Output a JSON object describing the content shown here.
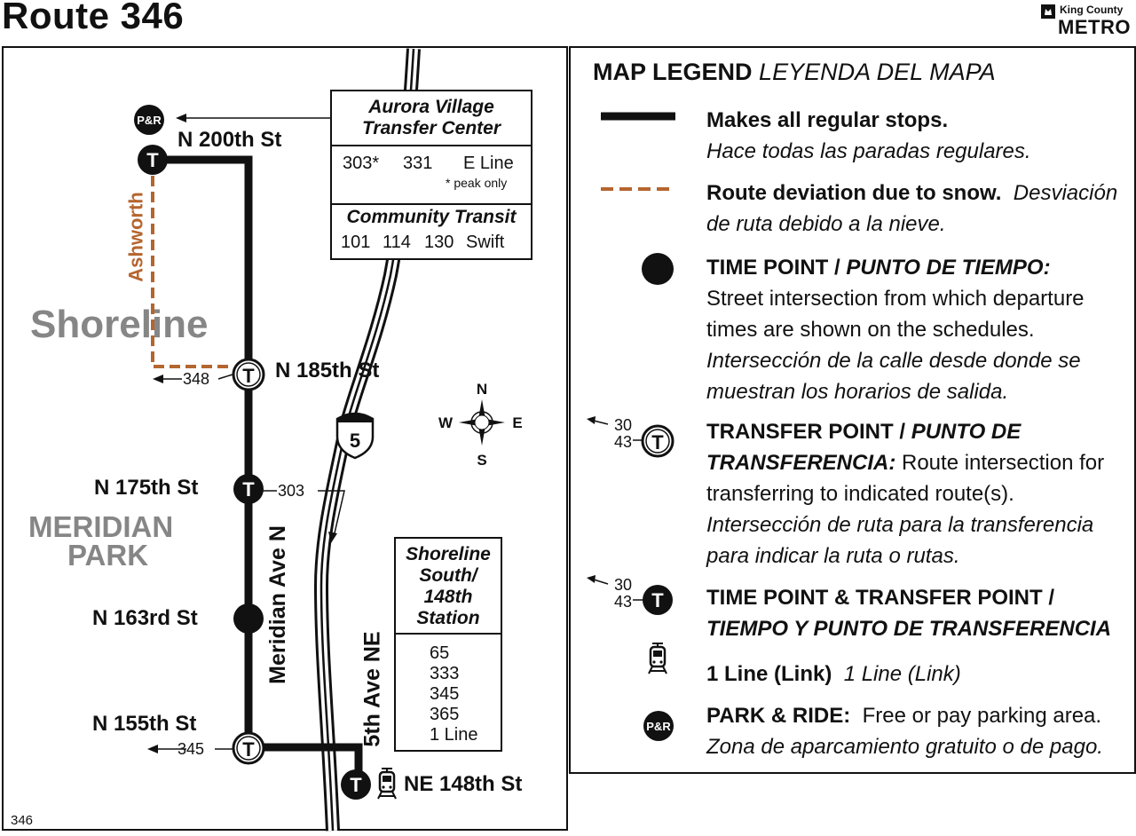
{
  "header": {
    "title": "Route 346",
    "brand_small": "King County",
    "brand_big": "METRO"
  },
  "colors": {
    "route": "#111111",
    "snow_deviation": "#b5652f",
    "neighborhood_text": "#868686"
  },
  "map": {
    "streets": {
      "n200": "N 200th St",
      "n185": "N 185th St",
      "n175": "N 175th St",
      "n163": "N 163rd St",
      "n155": "N 155th St",
      "ne148": "NE 148th St",
      "ashworth": "Ashworth",
      "meridian": "Meridian Ave N",
      "fifth": "5th Ave NE"
    },
    "neighborhoods": {
      "shoreline": "Shoreline",
      "meridian_park_1": "MERIDIAN",
      "meridian_park_2": "PARK"
    },
    "transfers": {
      "r348": "348",
      "r303": "303",
      "r345": "345"
    },
    "interstate": "5",
    "compass": {
      "n": "N",
      "s": "S",
      "e": "E",
      "w": "W"
    },
    "symbols": {
      "t": "T",
      "pr": "P&R"
    },
    "footer_code": "346",
    "aurora_box": {
      "title_1": "Aurora Village",
      "title_2": "Transfer Center",
      "routes": [
        "303*",
        "331",
        "E Line"
      ],
      "note": "* peak only",
      "ct_title": "Community Transit",
      "ct_routes": [
        "101",
        "114",
        "130",
        "Swift"
      ]
    },
    "shoreline_box": {
      "title_1": "Shoreline",
      "title_2": "South/",
      "title_3": "148th",
      "title_4": "Station",
      "routes": [
        "65",
        "333",
        "345",
        "365",
        "1 Line"
      ]
    }
  },
  "legend": {
    "title": "MAP LEGEND",
    "title_es": "LEYENDA DEL MAPA",
    "regular_en": "Makes all regular stops.",
    "regular_es": "Hace todas las paradas regulares.",
    "snow_en": "Route deviation due to snow.",
    "snow_es_1": "Desviación",
    "snow_es_2": "de ruta debido a la nieve.",
    "tp_title_en": "TIME POINT /",
    "tp_title_es": "PUNTO DE TIEMPO:",
    "tp_desc_1": "Street intersection from which departure",
    "tp_desc_2": "times are shown on the schedules.",
    "tp_desc_es_1": "Intersección de la calle desde donde se",
    "tp_desc_es_2": "muestran los horarios de salida.",
    "xp_title_en": "TRANSFER POINT /",
    "xp_title_es_1": "PUNTO DE",
    "xp_title_es_2": "TRANSFERENCIA:",
    "xp_desc_1": "Route intersection for",
    "xp_desc_2": "transferring to indicated route(s).",
    "xp_desc_es_1": "Intersección de ruta para la transferencia",
    "xp_desc_es_2": "para indicar la ruta o rutas.",
    "sample_routes": [
      "30",
      "43"
    ],
    "both_en": "TIME POINT & TRANSFER POINT /",
    "both_es": "TIEMPO Y PUNTO DE TRANSFERENCIA",
    "link_en": "1 Line (Link)",
    "link_es": "1 Line (Link)",
    "pr_en": "PARK & RIDE:",
    "pr_desc": "Free or pay parking area.",
    "pr_es": "Zona de aparcamiento gratuito o de pago."
  }
}
